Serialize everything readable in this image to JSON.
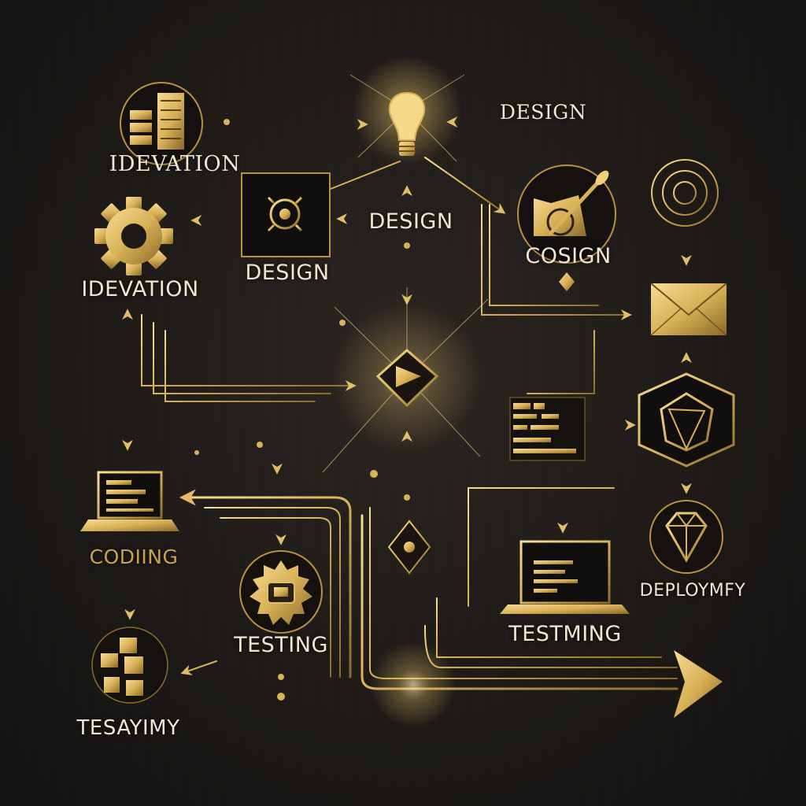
{
  "labels": {
    "ideation_top": "IDEVATION",
    "design_top_right": "DESIGN",
    "design_center": "DESIGN",
    "design_box": "DESIGN",
    "ideation_left": "IDEVATION",
    "cosign": "COSIGN",
    "coding": "CODIING",
    "testing": "TESTING",
    "testming": "TESTMING",
    "deploymfy": "DEPLOYMFY",
    "tesayimy": "TESAYIMY"
  },
  "icons": [
    "document-stack-icon",
    "lightbulb-icon",
    "gear-icon",
    "design-gear-box-icon",
    "brush-palette-icon",
    "target-icon",
    "envelope-icon",
    "center-diamond-icon",
    "code-lines-icon",
    "gem-hexagon-icon",
    "laptop-left-icon",
    "sun-badge-icon",
    "laptop-right-icon",
    "gem-circle-icon",
    "blocks-icon",
    "small-diamond-icon"
  ],
  "colors": {
    "gold": "#d9b157",
    "gold_light": "#f6dc95",
    "gold_dark": "#8a6a2a",
    "background": "#1c1916",
    "text": "#efe6d2"
  }
}
